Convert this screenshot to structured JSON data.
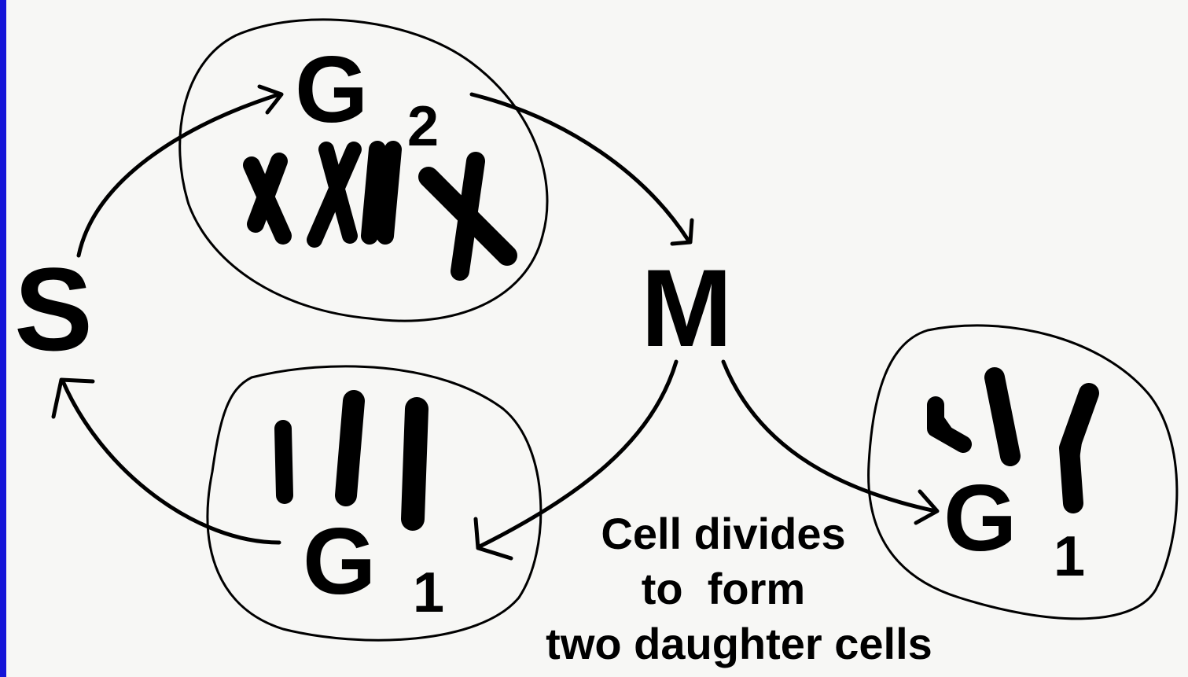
{
  "labels": {
    "s": "S",
    "m": "M",
    "g2_letter": "G",
    "g2_sub": "2",
    "g1_left_letter": "G",
    "g1_left_sub": "1",
    "g1_right_letter": "G",
    "g1_right_sub": "1"
  },
  "caption": {
    "line1": "Cell divides",
    "line2": "to  form",
    "line3": "two daughter cells"
  },
  "colors": {
    "left_bar": "#1414d8",
    "background": "#f7f7f5",
    "ink": "#000000"
  }
}
